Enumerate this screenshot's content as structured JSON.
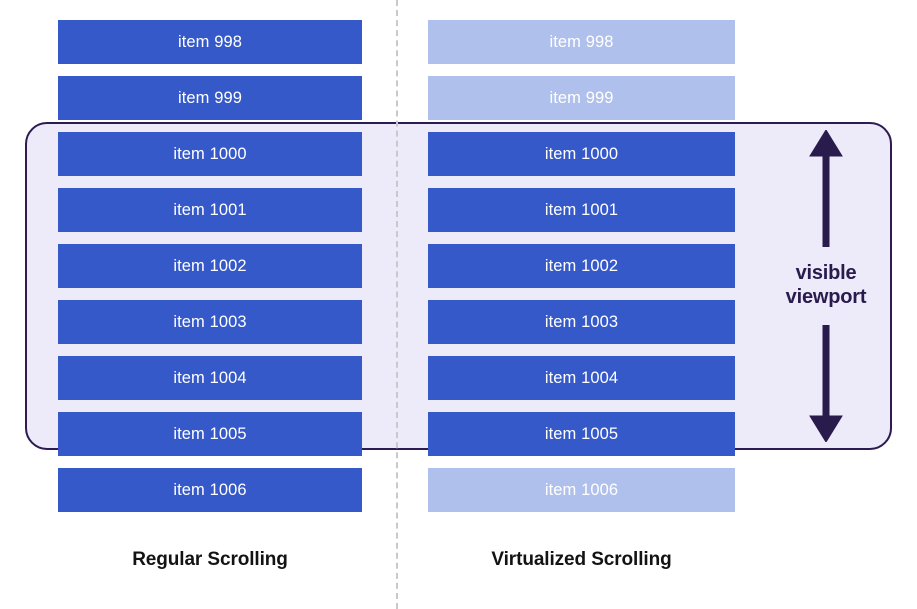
{
  "diagram": {
    "title_hidden": "",
    "colors": {
      "item_solid": "#3559c9",
      "item_faded": "#b0c0ec",
      "viewport_fill": "#edeafa",
      "viewport_border": "#2d1b52",
      "divider": "#c9c9c9",
      "caption_text": "#131313",
      "annotation_text": "#2a1b4d",
      "item_text": "#ffffff"
    },
    "columns": [
      {
        "id": "regular",
        "caption": "Regular Scrolling",
        "items": [
          {
            "label": "item 998",
            "state": "rendered"
          },
          {
            "label": "item 999",
            "state": "rendered"
          },
          {
            "label": "item 1000",
            "state": "rendered"
          },
          {
            "label": "item 1001",
            "state": "rendered"
          },
          {
            "label": "item 1002",
            "state": "rendered"
          },
          {
            "label": "item 1003",
            "state": "rendered"
          },
          {
            "label": "item 1004",
            "state": "rendered"
          },
          {
            "label": "item 1005",
            "state": "rendered"
          },
          {
            "label": "item 1006",
            "state": "rendered"
          }
        ]
      },
      {
        "id": "virtualized",
        "caption": "Virtualized Scrolling",
        "items": [
          {
            "label": "item 998",
            "state": "not-rendered"
          },
          {
            "label": "item 999",
            "state": "not-rendered"
          },
          {
            "label": "item 1000",
            "state": "rendered"
          },
          {
            "label": "item 1001",
            "state": "rendered"
          },
          {
            "label": "item 1002",
            "state": "rendered"
          },
          {
            "label": "item 1003",
            "state": "rendered"
          },
          {
            "label": "item 1004",
            "state": "rendered"
          },
          {
            "label": "item 1005",
            "state": "rendered"
          },
          {
            "label": "item 1006",
            "state": "not-rendered"
          }
        ]
      }
    ],
    "annotation": {
      "line1": "visible",
      "line2": "viewport",
      "arrow": "double-headed-vertical-arrow"
    }
  }
}
